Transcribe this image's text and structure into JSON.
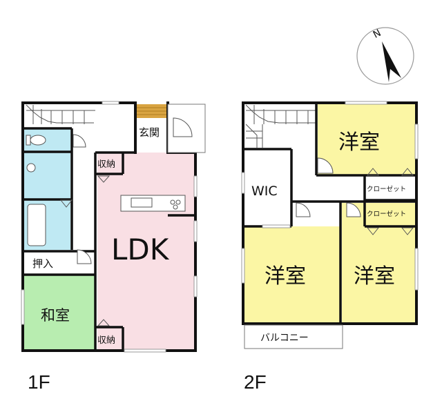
{
  "colors": {
    "wall": "#111111",
    "ldk": "#f9dfe4",
    "washitsu": "#b8edb0",
    "wet": "#bfe9f3",
    "bedroom": "#fbf6a4",
    "corridor": "#ffffff",
    "entrance_step": "#d9a441"
  },
  "compass": {
    "north_label": "N",
    "icon": "north-arrow-icon"
  },
  "floor1": {
    "label": "1F",
    "genkan": "玄関",
    "storage_top": "収納",
    "storage_bottom": "収納",
    "ldk": "LDK",
    "oshiire": "押入",
    "washitsu": "和室"
  },
  "floor2": {
    "label": "2F",
    "wic": "WIC",
    "room_top": "洋室",
    "room_left": "洋室",
    "room_right": "洋室",
    "closet_top": "クローゼット",
    "closet_bottom": "クローゼット",
    "balcony": "バルコニー"
  }
}
